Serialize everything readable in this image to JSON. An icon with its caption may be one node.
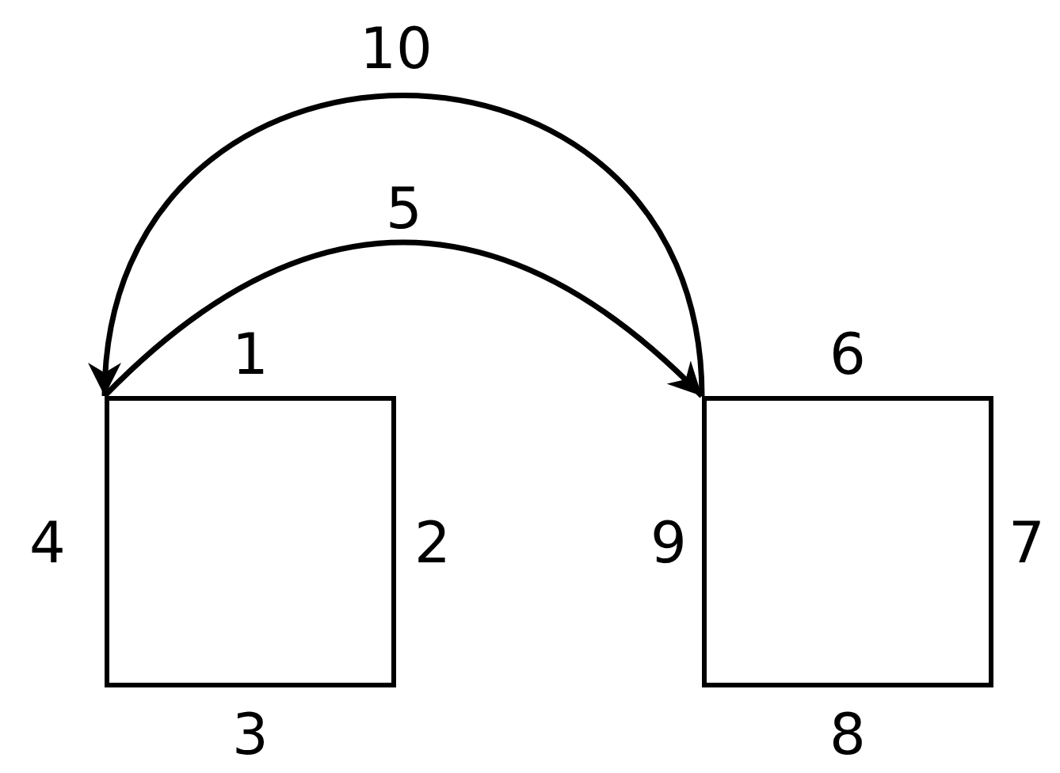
{
  "diagram": {
    "nodes": [
      {
        "text": [],
        "shape": "box",
        "beside": [
          "1",
          "2",
          "3",
          "4"
        ]
      },
      {
        "text": [],
        "shape": "box",
        "beside": [
          "6",
          "7",
          "8",
          "9"
        ]
      }
    ],
    "edges": [
      {
        "from": 0,
        "to": 1,
        "arrow": "to",
        "label": "5"
      },
      {
        "from": 1,
        "to": 0,
        "arrow": "to",
        "label": "10"
      }
    ]
  }
}
